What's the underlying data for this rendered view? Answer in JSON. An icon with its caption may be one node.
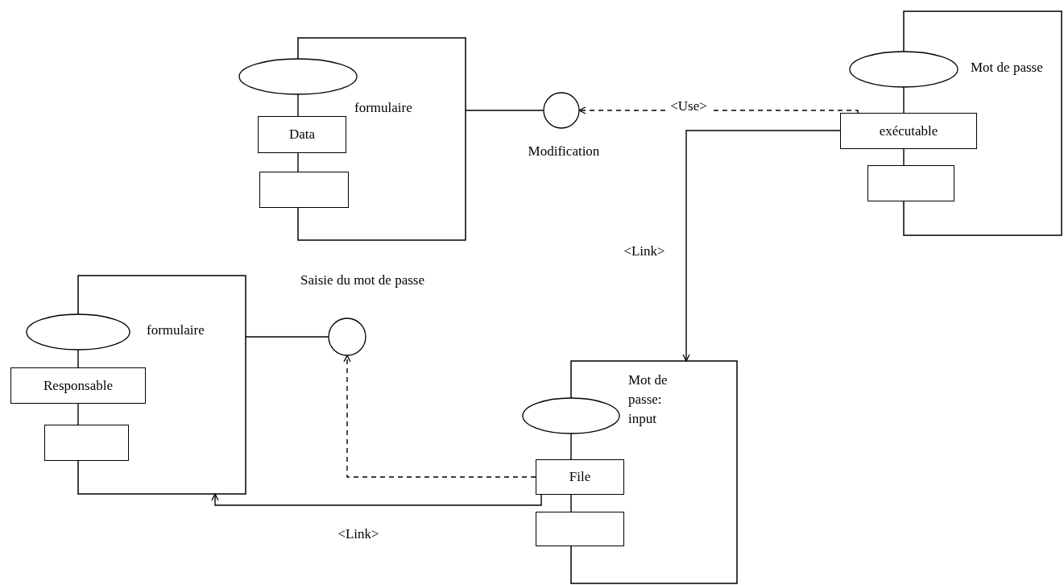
{
  "diagram": {
    "nodes": [
      {
        "text": [
          "formulaire"
        ]
      },
      {
        "text": [],
        "shape": "ellipse",
        "in": 0
      },
      {
        "text": [
          "Data"
        ],
        "in": 0
      },
      {
        "text": [],
        "shape": "box",
        "in": 0
      },
      {
        "text": [
          "Modification"
        ]
      },
      {
        "text": [
          "Mot de passe"
        ]
      },
      {
        "text": [],
        "shape": "ellipse",
        "in": 5
      },
      {
        "text": [
          "exécutable"
        ],
        "in": 5
      },
      {
        "text": [],
        "shape": "box",
        "in": 5
      },
      {
        "text": [
          "formulaire"
        ]
      },
      {
        "text": [],
        "shape": "ellipse",
        "in": 9
      },
      {
        "text": [
          "Responsable"
        ],
        "in": 9
      },
      {
        "text": [],
        "shape": "box",
        "in": 9
      },
      {
        "text": [
          "Saisie du mot de passe"
        ]
      },
      {
        "text": [
          "Mot de passe: input"
        ]
      },
      {
        "text": [],
        "shape": "ellipse",
        "in": 14
      },
      {
        "text": [
          "File"
        ],
        "in": 14
      },
      {
        "text": [],
        "shape": "box",
        "in": 14
      }
    ],
    "edges": [
      {
        "from": 0,
        "to": 4,
        "arrow": "none"
      },
      {
        "from": 7,
        "to": 4,
        "arrow": "to",
        "label": "<Use>",
        "style": "dashed"
      },
      {
        "from": 7,
        "to": 14,
        "arrow": "to",
        "label": "<Link>"
      },
      {
        "from": 9,
        "to": 13,
        "arrow": "none"
      },
      {
        "from": 16,
        "to": 13,
        "arrow": "to",
        "style": "dashed"
      },
      {
        "from": 16,
        "to": 9,
        "arrow": "to",
        "label": "<Link>"
      },
      {
        "from": 1,
        "to": 2,
        "arrow": "none"
      },
      {
        "from": 2,
        "to": 3,
        "arrow": "none"
      },
      {
        "from": 6,
        "to": 7,
        "arrow": "none"
      },
      {
        "from": 7,
        "to": 8,
        "arrow": "none"
      },
      {
        "from": 10,
        "to": 11,
        "arrow": "none"
      },
      {
        "from": 11,
        "to": 12,
        "arrow": "none"
      },
      {
        "from": 15,
        "to": 16,
        "arrow": "none"
      },
      {
        "from": 16,
        "to": 17,
        "arrow": "none"
      }
    ]
  }
}
